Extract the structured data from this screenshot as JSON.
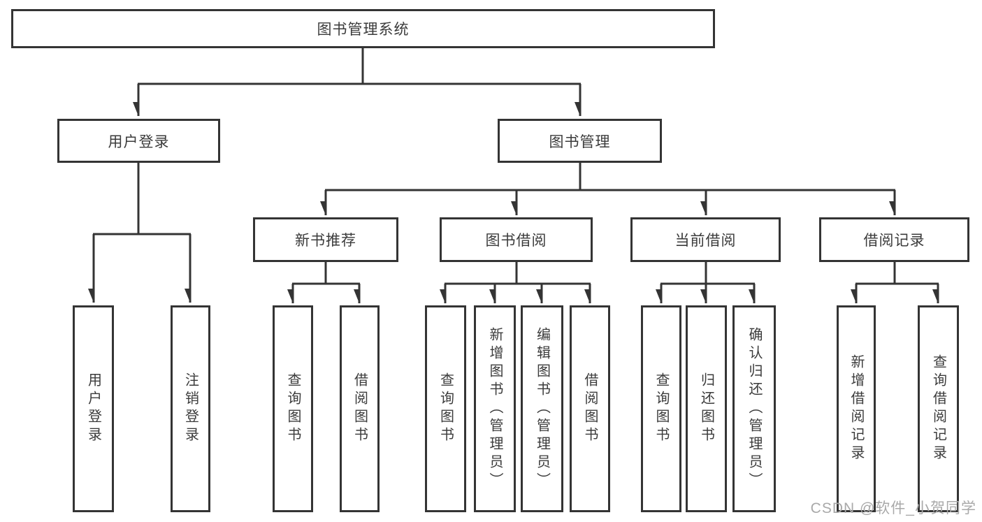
{
  "diagram": {
    "root": {
      "label": "图书管理系统"
    },
    "level2": [
      {
        "label": "用户登录"
      },
      {
        "label": "图书管理"
      }
    ],
    "level3": [
      {
        "label": "新书推荐"
      },
      {
        "label": "图书借阅"
      },
      {
        "label": "当前借阅"
      },
      {
        "label": "借阅记录"
      }
    ],
    "leaves": {
      "user_login": [
        "用户登录",
        "注销登录"
      ],
      "new_book": [
        "查询图书",
        "借阅图书"
      ],
      "book_borrow": [
        "查询图书",
        "新增图书（管理员）",
        "编辑图书（管理员）",
        "借阅图书"
      ],
      "current_borrow": [
        "查询图书",
        "归还图书",
        "确认归还（管理员）"
      ],
      "borrow_record": [
        "新增借阅记录",
        "查询借阅记录"
      ]
    }
  },
  "colors": {
    "line": "#343434",
    "text": "#3b3b3b",
    "watermark": "#a9a9a9",
    "background": "#ffffff"
  },
  "watermark": "CSDN @软件_小贺同学"
}
